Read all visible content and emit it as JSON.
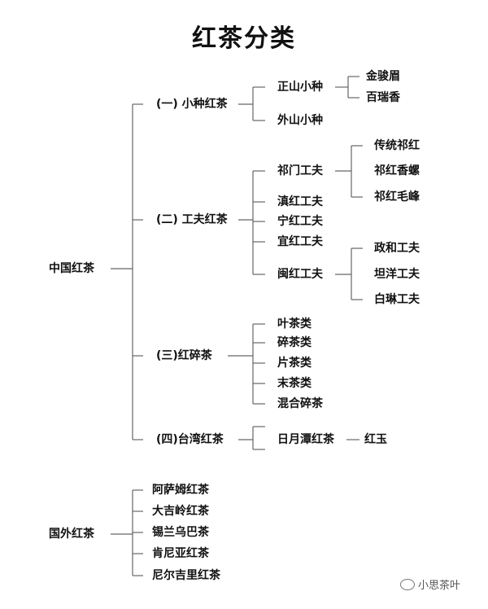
{
  "title": "红茶分类",
  "colors": {
    "line": "#666666",
    "text": "#111111"
  },
  "tree": {
    "china": {
      "label": "中国红茶",
      "children": [
        {
          "label": "(一) 小种红茶",
          "children": [
            {
              "label": "正山小种",
              "children": [
                "金骏眉",
                "百瑞香"
              ]
            },
            {
              "label": "外山小种"
            }
          ]
        },
        {
          "label": "(二) 工夫红茶",
          "children": [
            {
              "label": "祁门工夫",
              "children": [
                "传统祁红",
                "祁红香螺",
                "祁红毛峰"
              ]
            },
            {
              "label": "滇红工夫"
            },
            {
              "label": "宁红工夫"
            },
            {
              "label": "宜红工夫"
            },
            {
              "label": "闽红工夫",
              "children": [
                "政和工夫",
                "坦洋工夫",
                "白琳工夫"
              ]
            }
          ]
        },
        {
          "label": "(三)红碎茶",
          "children": [
            {
              "label": "叶茶类"
            },
            {
              "label": "碎茶类"
            },
            {
              "label": "片茶类"
            },
            {
              "label": "末茶类"
            },
            {
              "label": "混合碎茶"
            }
          ]
        },
        {
          "label": "(四)台湾红茶",
          "children": [
            {
              "label": "日月潭红茶",
              "children": [
                "红玉"
              ]
            }
          ]
        }
      ]
    },
    "foreign": {
      "label": "国外红茶",
      "children": [
        "阿萨姆红茶",
        "大吉岭红茶",
        "锡兰乌巴茶",
        "肯尼亚红茶",
        "尼尔吉里红茶"
      ]
    }
  },
  "watermark": {
    "text": "小思茶叶",
    "icon": "wechat-icon"
  }
}
